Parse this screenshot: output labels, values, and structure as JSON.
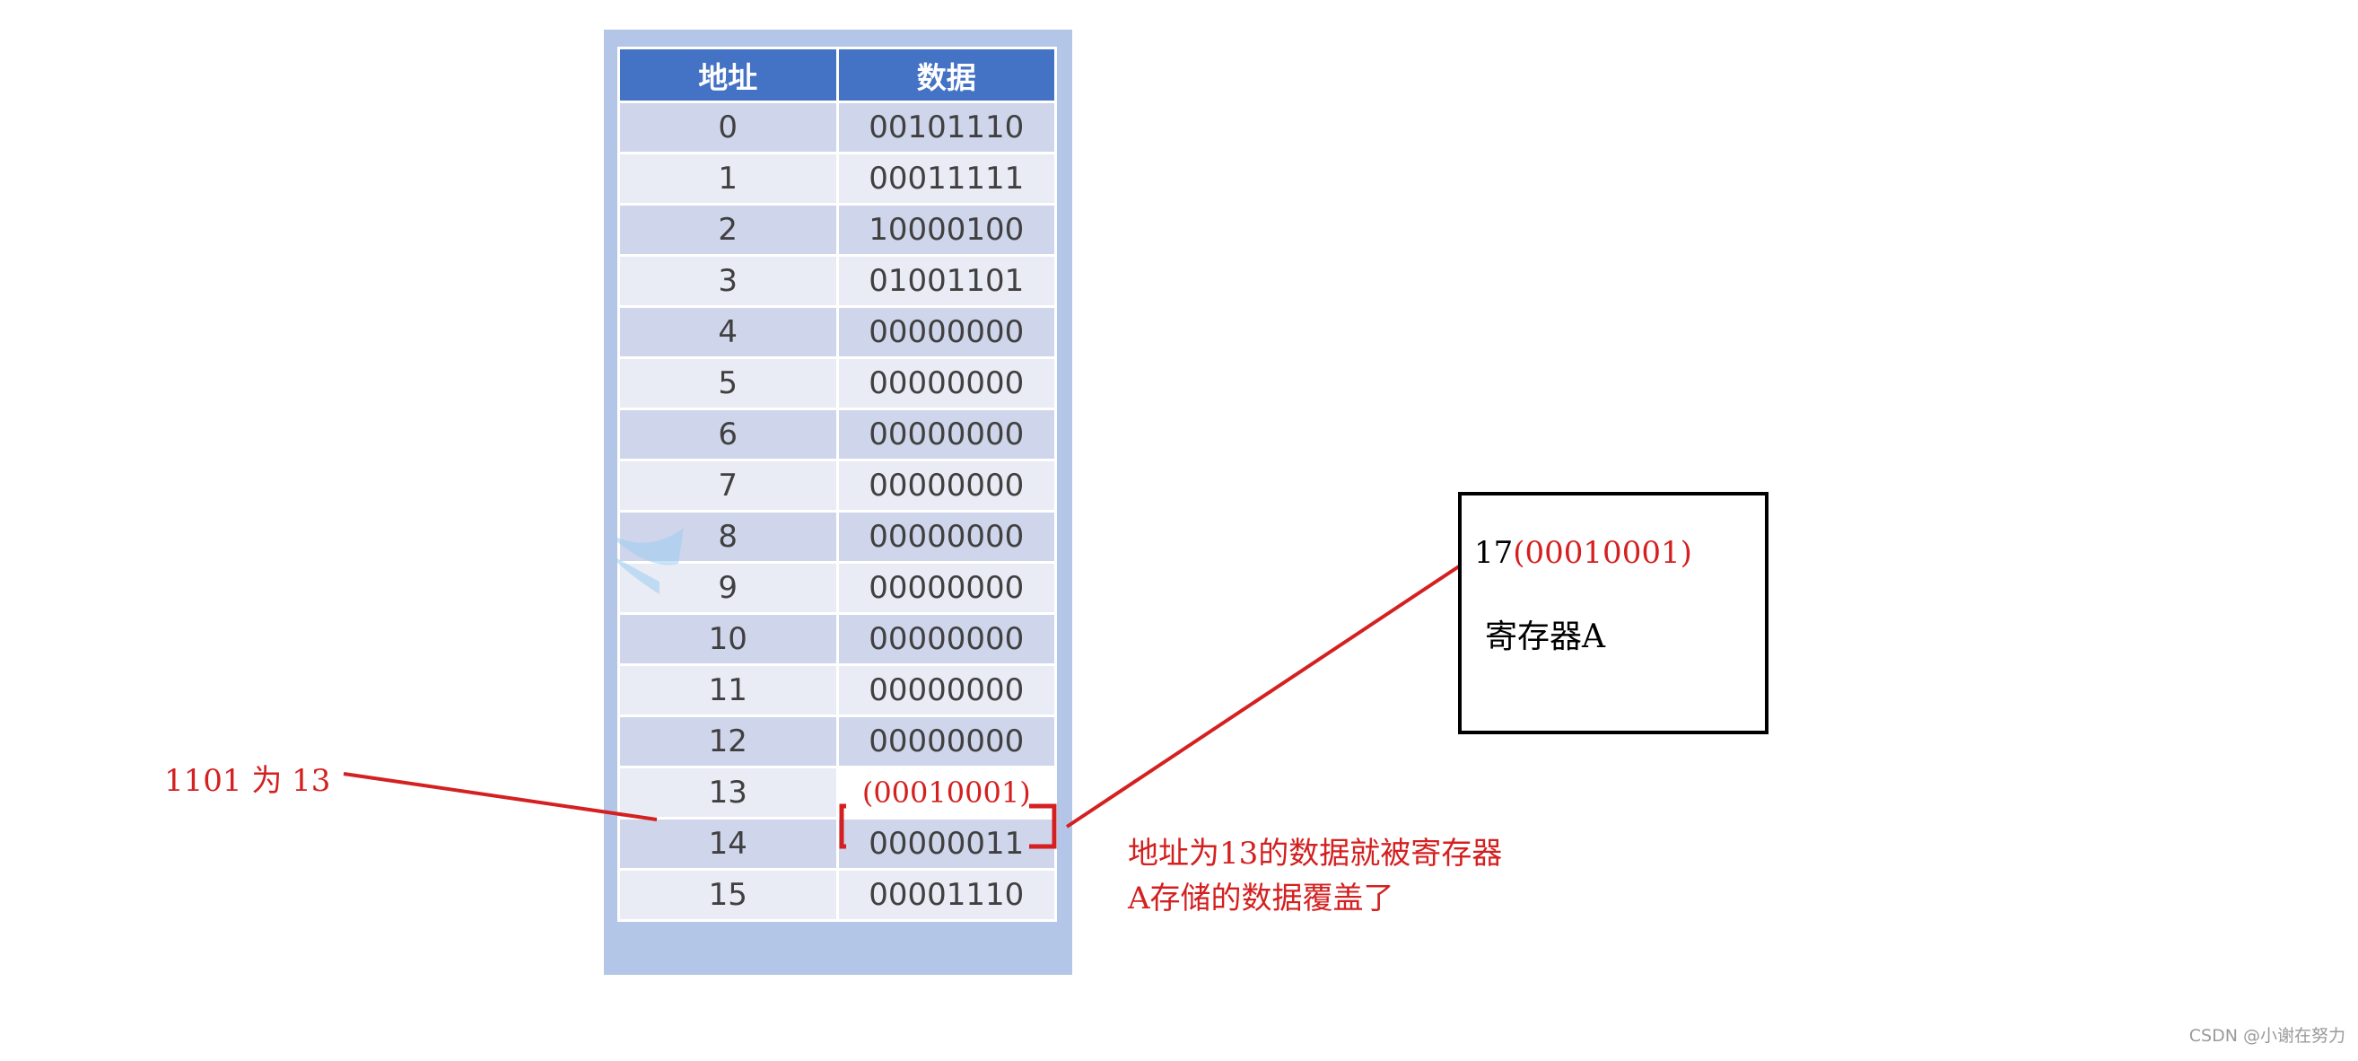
{
  "table": {
    "headers": [
      "地址",
      "数据"
    ],
    "rows": [
      {
        "address": "0",
        "data": "00101110"
      },
      {
        "address": "1",
        "data": "00011111"
      },
      {
        "address": "2",
        "data": "10000100"
      },
      {
        "address": "3",
        "data": "01001101"
      },
      {
        "address": "4",
        "data": "00000000"
      },
      {
        "address": "5",
        "data": "00000000"
      },
      {
        "address": "6",
        "data": "00000000"
      },
      {
        "address": "7",
        "data": "00000000"
      },
      {
        "address": "8",
        "data": "00000000"
      },
      {
        "address": "9",
        "data": "00000000"
      },
      {
        "address": "10",
        "data": "00000000"
      },
      {
        "address": "11",
        "data": "00000000"
      },
      {
        "address": "12",
        "data": "00000000"
      },
      {
        "address": "13",
        "data": "(00010001)"
      },
      {
        "address": "14",
        "data": "00000011"
      },
      {
        "address": "15",
        "data": "00001110"
      }
    ],
    "highlighted_address": "13"
  },
  "annotations": {
    "address_note": "1101 为 13",
    "explanation": "地址为13的数据就被寄存器A存储的数据覆盖了"
  },
  "register": {
    "value_decimal": "17",
    "value_binary": "(00010001)",
    "name": "寄存器A"
  },
  "watermark": "CSDN @小谢在努力",
  "colors": {
    "header_bg": "#4472c4",
    "row_dark": "#cfd5ea",
    "row_light": "#e9ebf5",
    "panel_bg": "#b4c6e7",
    "annotation_red": "#d42020"
  }
}
